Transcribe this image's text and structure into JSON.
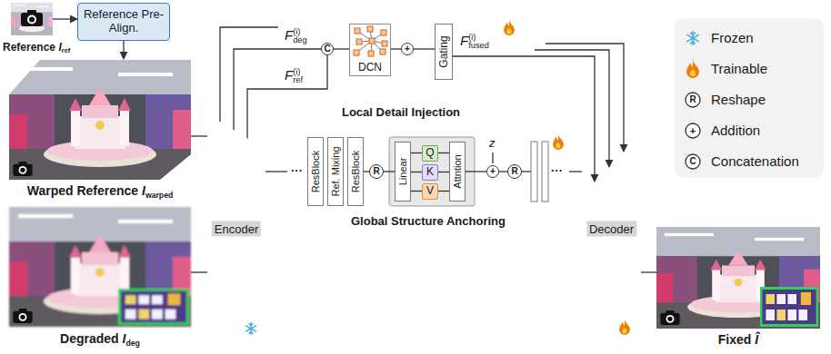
{
  "diagram": {
    "nodes": [
      {
        "text": [
          "Reference Pre-Align."
        ]
      },
      {
        "text": [
          "Encoder"
        ]
      },
      {
        "text": [
          "Local Detail Injection"
        ]
      },
      {
        "text": [
          "C"
        ],
        "in": 2
      },
      {
        "text": [
          "DCN"
        ],
        "in": 2
      },
      {
        "text": [
          "+"
        ],
        "in": 2
      },
      {
        "text": [
          "Gating"
        ],
        "in": 2
      },
      {
        "text": [
          "Global Structure Anchoring"
        ]
      },
      {
        "text": [
          "ResBlock"
        ],
        "in": 7
      },
      {
        "text": [
          "Ref. Mixing"
        ],
        "in": 7
      },
      {
        "text": [
          "ResBlock"
        ],
        "in": 7
      },
      {
        "text": [
          "R"
        ],
        "in": 7
      },
      {
        "text": [
          "Linear"
        ],
        "in": 7
      },
      {
        "text": [
          "Q"
        ],
        "in": 7
      },
      {
        "text": [
          "K"
        ],
        "in": 7
      },
      {
        "text": [
          "V"
        ],
        "in": 7
      },
      {
        "text": [
          "Attntion"
        ],
        "in": 7
      },
      {
        "text": [
          "+"
        ],
        "in": 7
      },
      {
        "text": [
          "R"
        ],
        "in": 7
      },
      {
        "text": [
          "Decoder"
        ]
      }
    ],
    "edges": [
      {
        "from": 1,
        "to": 3,
        "arrow": "none"
      },
      {
        "from": 1,
        "to": 3,
        "arrow": "none"
      },
      {
        "from": 3,
        "to": 4,
        "arrow": "none"
      },
      {
        "from": 4,
        "to": 5,
        "arrow": "none"
      },
      {
        "from": 5,
        "to": 6,
        "arrow": "none"
      },
      {
        "from": 6,
        "to": 19,
        "arrow": "to"
      },
      {
        "from": 1,
        "to": 7,
        "arrow": "none"
      },
      {
        "from": 10,
        "to": 11,
        "arrow": "none"
      },
      {
        "from": 11,
        "to": 12,
        "arrow": "none"
      },
      {
        "from": 12,
        "to": 13,
        "arrow": "none"
      },
      {
        "from": 12,
        "to": 14,
        "arrow": "none"
      },
      {
        "from": 12,
        "to": 15,
        "arrow": "none"
      },
      {
        "from": 13,
        "to": 16,
        "arrow": "none"
      },
      {
        "from": 14,
        "to": 16,
        "arrow": "none"
      },
      {
        "from": 15,
        "to": 16,
        "arrow": "none"
      },
      {
        "from": 16,
        "to": 17,
        "arrow": "none"
      },
      {
        "from": 17,
        "to": 18,
        "arrow": "none"
      },
      {
        "from": 7,
        "to": 19,
        "arrow": "none"
      }
    ],
    "labels": [
      "Reference",
      "I",
      "ref",
      "Warped Reference",
      "I",
      "warped",
      "Degraded",
      "I",
      "deg",
      "F",
      "deg",
      "(i)",
      "F",
      "ref",
      "(i)",
      "F",
      "fused",
      "(i)",
      "···",
      "z",
      "···",
      "Fixed",
      "Î",
      "R",
      "+",
      "C"
    ],
    "legend": [
      {
        "text": "Frozen"
      },
      {
        "text": "Trainable"
      },
      {
        "text": "Reshape"
      },
      {
        "text": "Addition"
      },
      {
        "text": "Concatenation"
      }
    ]
  }
}
